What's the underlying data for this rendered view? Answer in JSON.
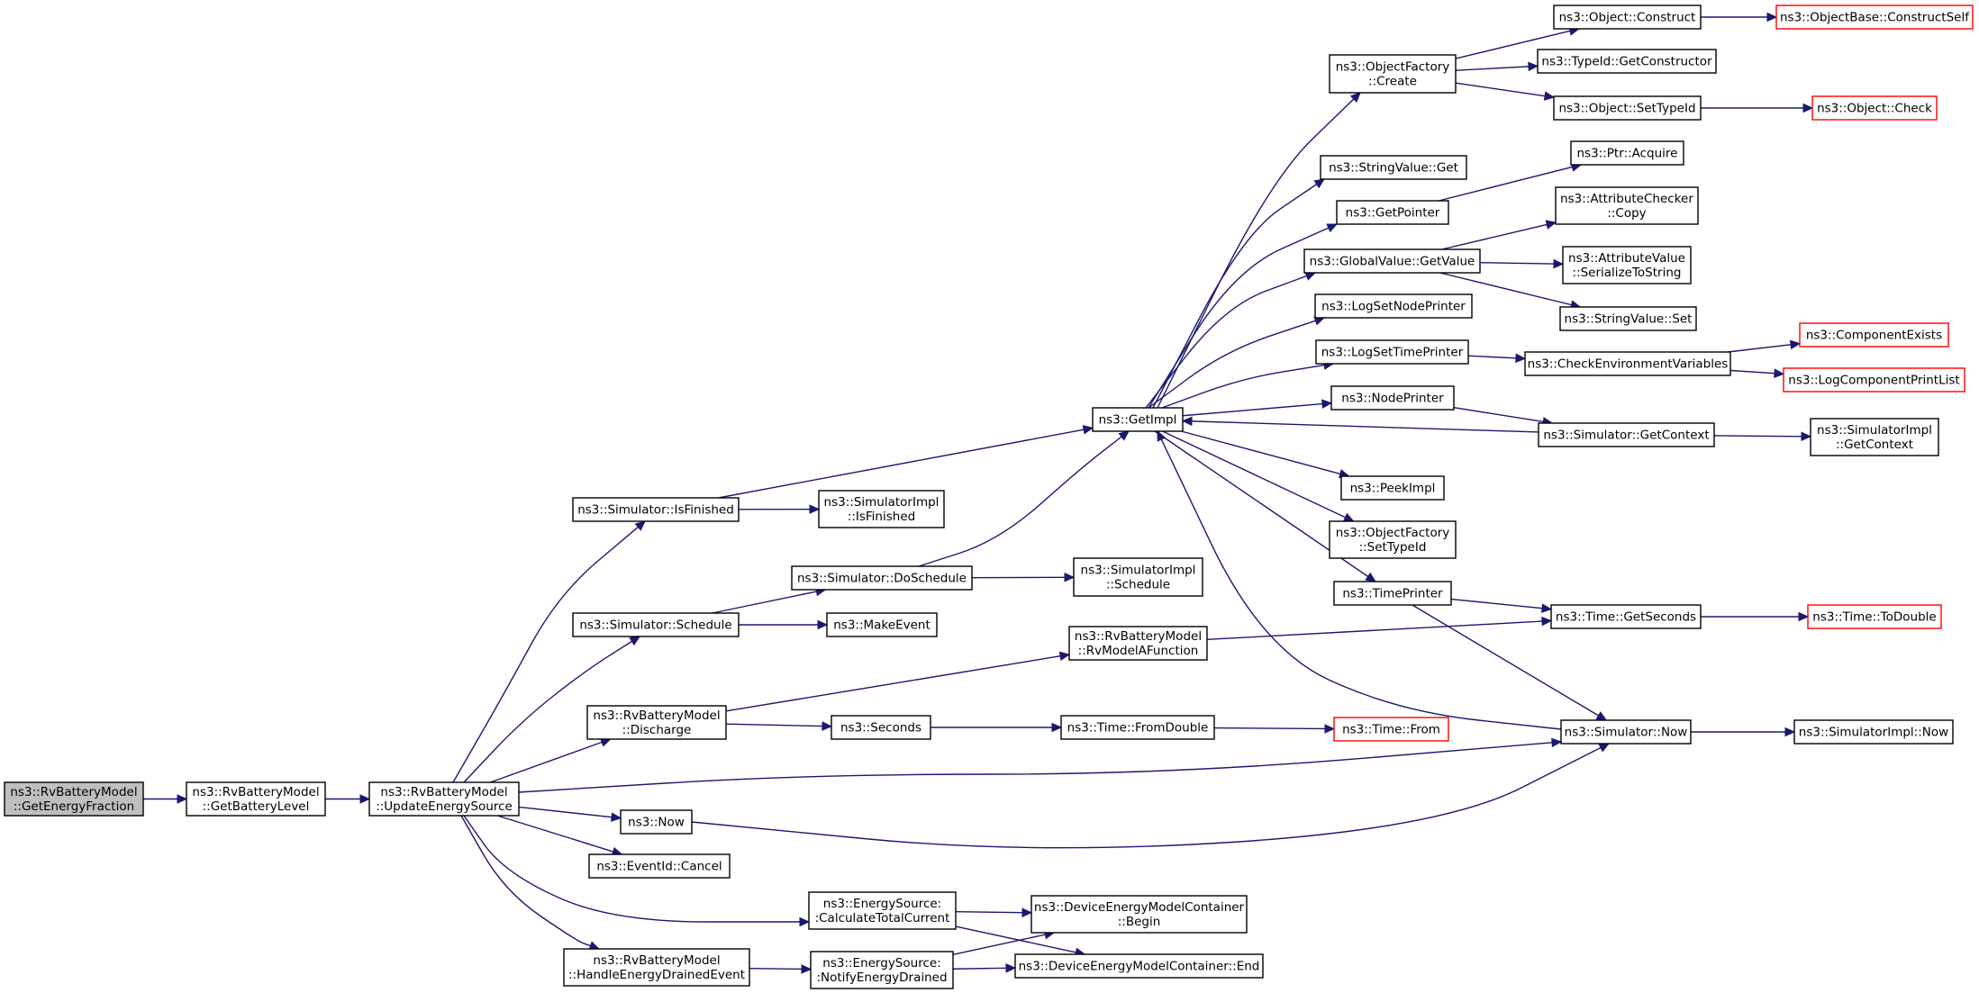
{
  "graph": {
    "nodes": [
      {
        "id": "getEnergyFraction",
        "lines": [
          "ns3::RvBatteryModel",
          "::GetEnergyFraction"
        ],
        "style": "root"
      },
      {
        "id": "getBatteryLevel",
        "lines": [
          "ns3::RvBatteryModel",
          "::GetBatteryLevel"
        ]
      },
      {
        "id": "updateEnergySource",
        "lines": [
          "ns3::RvBatteryModel",
          "::UpdateEnergySource"
        ]
      },
      {
        "id": "simIsFinished",
        "lines": [
          "ns3::Simulator::IsFinished"
        ]
      },
      {
        "id": "simImplIsFinished",
        "lines": [
          "ns3::SimulatorImpl",
          "::IsFinished"
        ]
      },
      {
        "id": "simDoSchedule",
        "lines": [
          "ns3::Simulator::DoSchedule"
        ]
      },
      {
        "id": "simImplSchedule",
        "lines": [
          "ns3::SimulatorImpl",
          "::Schedule"
        ]
      },
      {
        "id": "simSchedule",
        "lines": [
          "ns3::Simulator::Schedule"
        ]
      },
      {
        "id": "makeEvent",
        "lines": [
          "ns3::MakeEvent"
        ]
      },
      {
        "id": "rvModelAFunction",
        "lines": [
          "ns3::RvBatteryModel",
          "::RvModelAFunction"
        ]
      },
      {
        "id": "discharge",
        "lines": [
          "ns3::RvBatteryModel",
          "::Discharge"
        ]
      },
      {
        "id": "seconds",
        "lines": [
          "ns3::Seconds"
        ]
      },
      {
        "id": "timeFromDouble",
        "lines": [
          "ns3::Time::FromDouble"
        ]
      },
      {
        "id": "timeFrom",
        "lines": [
          "ns3::Time::From"
        ],
        "style": "trunc"
      },
      {
        "id": "now",
        "lines": [
          "ns3::Now"
        ]
      },
      {
        "id": "eventIdCancel",
        "lines": [
          "ns3::EventId::Cancel"
        ]
      },
      {
        "id": "calcTotalCurrent",
        "lines": [
          "ns3::EnergySource:",
          ":CalculateTotalCurrent"
        ]
      },
      {
        "id": "demcBegin",
        "lines": [
          "ns3::DeviceEnergyModelContainer",
          "::Begin"
        ]
      },
      {
        "id": "handleDrained",
        "lines": [
          "ns3::RvBatteryModel",
          "::HandleEnergyDrainedEvent"
        ]
      },
      {
        "id": "notifyDrained",
        "lines": [
          "ns3::EnergySource:",
          ":NotifyEnergyDrained"
        ]
      },
      {
        "id": "demcEnd",
        "lines": [
          "ns3::DeviceEnergyModelContainer::End"
        ]
      },
      {
        "id": "getImpl",
        "lines": [
          "ns3::GetImpl"
        ]
      },
      {
        "id": "objFactoryCreate",
        "lines": [
          "ns3::ObjectFactory",
          "::Create"
        ]
      },
      {
        "id": "objConstruct",
        "lines": [
          "ns3::Object::Construct"
        ]
      },
      {
        "id": "objBaseConstructSelf",
        "lines": [
          "ns3::ObjectBase::ConstructSelf"
        ],
        "style": "trunc"
      },
      {
        "id": "typeIdGetConstructor",
        "lines": [
          "ns3::TypeId::GetConstructor"
        ]
      },
      {
        "id": "objSetTypeId",
        "lines": [
          "ns3::Object::SetTypeId"
        ]
      },
      {
        "id": "objCheck",
        "lines": [
          "ns3::Object::Check"
        ],
        "style": "trunc"
      },
      {
        "id": "stringValueGet",
        "lines": [
          "ns3::StringValue::Get"
        ]
      },
      {
        "id": "ptrAcquire",
        "lines": [
          "ns3::Ptr::Acquire"
        ]
      },
      {
        "id": "getPointer",
        "lines": [
          "ns3::GetPointer"
        ]
      },
      {
        "id": "attrCheckerCopy",
        "lines": [
          "ns3::AttributeChecker",
          "::Copy"
        ]
      },
      {
        "id": "globalValueGetValue",
        "lines": [
          "ns3::GlobalValue::GetValue"
        ]
      },
      {
        "id": "attrValueSerialize",
        "lines": [
          "ns3::AttributeValue",
          "::SerializeToString"
        ]
      },
      {
        "id": "stringValueSet",
        "lines": [
          "ns3::StringValue::Set"
        ]
      },
      {
        "id": "logSetNodePrinter",
        "lines": [
          "ns3::LogSetNodePrinter"
        ]
      },
      {
        "id": "logSetTimePrinter",
        "lines": [
          "ns3::LogSetTimePrinter"
        ]
      },
      {
        "id": "checkEnvVars",
        "lines": [
          "ns3::CheckEnvironmentVariables"
        ]
      },
      {
        "id": "componentExists",
        "lines": [
          "ns3::ComponentExists"
        ],
        "style": "trunc"
      },
      {
        "id": "logComponentPrintList",
        "lines": [
          "ns3::LogComponentPrintList"
        ],
        "style": "trunc"
      },
      {
        "id": "nodePrinter",
        "lines": [
          "ns3::NodePrinter"
        ]
      },
      {
        "id": "simGetContext",
        "lines": [
          "ns3::Simulator::GetContext"
        ]
      },
      {
        "id": "simImplGetContext",
        "lines": [
          "ns3::SimulatorImpl",
          "::GetContext"
        ]
      },
      {
        "id": "peekImpl",
        "lines": [
          "ns3::PeekImpl"
        ]
      },
      {
        "id": "objFactorySetTypeId",
        "lines": [
          "ns3::ObjectFactory",
          "::SetTypeId"
        ]
      },
      {
        "id": "timePrinter",
        "lines": [
          "ns3::TimePrinter"
        ]
      },
      {
        "id": "timeGetSeconds",
        "lines": [
          "ns3::Time::GetSeconds"
        ]
      },
      {
        "id": "timeToDouble",
        "lines": [
          "ns3::Time::ToDouble"
        ],
        "style": "trunc"
      },
      {
        "id": "simNow",
        "lines": [
          "ns3::Simulator::Now"
        ]
      },
      {
        "id": "simImplNow",
        "lines": [
          "ns3::SimulatorImpl::Now"
        ]
      }
    ],
    "edges": [
      [
        "getEnergyFraction",
        "getBatteryLevel"
      ],
      [
        "getBatteryLevel",
        "updateEnergySource"
      ],
      [
        "updateEnergySource",
        "simIsFinished"
      ],
      [
        "updateEnergySource",
        "simSchedule"
      ],
      [
        "updateEnergySource",
        "discharge"
      ],
      [
        "updateEnergySource",
        "simNow"
      ],
      [
        "updateEnergySource",
        "now"
      ],
      [
        "updateEnergySource",
        "eventIdCancel"
      ],
      [
        "updateEnergySource",
        "calcTotalCurrent"
      ],
      [
        "updateEnergySource",
        "handleDrained"
      ],
      [
        "simIsFinished",
        "getImpl"
      ],
      [
        "simIsFinished",
        "simImplIsFinished"
      ],
      [
        "simSchedule",
        "simDoSchedule"
      ],
      [
        "simSchedule",
        "makeEvent"
      ],
      [
        "simDoSchedule",
        "getImpl"
      ],
      [
        "simDoSchedule",
        "simImplSchedule"
      ],
      [
        "discharge",
        "rvModelAFunction"
      ],
      [
        "discharge",
        "seconds"
      ],
      [
        "rvModelAFunction",
        "timeGetSeconds"
      ],
      [
        "seconds",
        "timeFromDouble"
      ],
      [
        "timeFromDouble",
        "timeFrom"
      ],
      [
        "now",
        "simNow"
      ],
      [
        "calcTotalCurrent",
        "demcBegin"
      ],
      [
        "calcTotalCurrent",
        "demcEnd"
      ],
      [
        "handleDrained",
        "notifyDrained"
      ],
      [
        "notifyDrained",
        "demcBegin"
      ],
      [
        "notifyDrained",
        "demcEnd"
      ],
      [
        "getImpl",
        "objFactoryCreate"
      ],
      [
        "getImpl",
        "stringValueGet"
      ],
      [
        "getImpl",
        "getPointer"
      ],
      [
        "getImpl",
        "globalValueGetValue"
      ],
      [
        "getImpl",
        "logSetNodePrinter"
      ],
      [
        "getImpl",
        "logSetTimePrinter"
      ],
      [
        "getImpl",
        "nodePrinter"
      ],
      [
        "getImpl",
        "peekImpl"
      ],
      [
        "getImpl",
        "objFactorySetTypeId"
      ],
      [
        "getImpl",
        "timePrinter"
      ],
      [
        "objFactoryCreate",
        "objConstruct"
      ],
      [
        "objFactoryCreate",
        "typeIdGetConstructor"
      ],
      [
        "objFactoryCreate",
        "objSetTypeId"
      ],
      [
        "objConstruct",
        "objBaseConstructSelf"
      ],
      [
        "objSetTypeId",
        "objCheck"
      ],
      [
        "getPointer",
        "ptrAcquire"
      ],
      [
        "globalValueGetValue",
        "attrCheckerCopy"
      ],
      [
        "globalValueGetValue",
        "attrValueSerialize"
      ],
      [
        "globalValueGetValue",
        "stringValueSet"
      ],
      [
        "logSetTimePrinter",
        "checkEnvVars"
      ],
      [
        "checkEnvVars",
        "componentExists"
      ],
      [
        "checkEnvVars",
        "logComponentPrintList"
      ],
      [
        "nodePrinter",
        "simGetContext"
      ],
      [
        "simGetContext",
        "getImpl"
      ],
      [
        "simGetContext",
        "simImplGetContext"
      ],
      [
        "timePrinter",
        "timeGetSeconds"
      ],
      [
        "timePrinter",
        "simNow"
      ],
      [
        "timeGetSeconds",
        "timeToDouble"
      ],
      [
        "simNow",
        "getImpl"
      ],
      [
        "simNow",
        "simImplNow"
      ]
    ]
  }
}
